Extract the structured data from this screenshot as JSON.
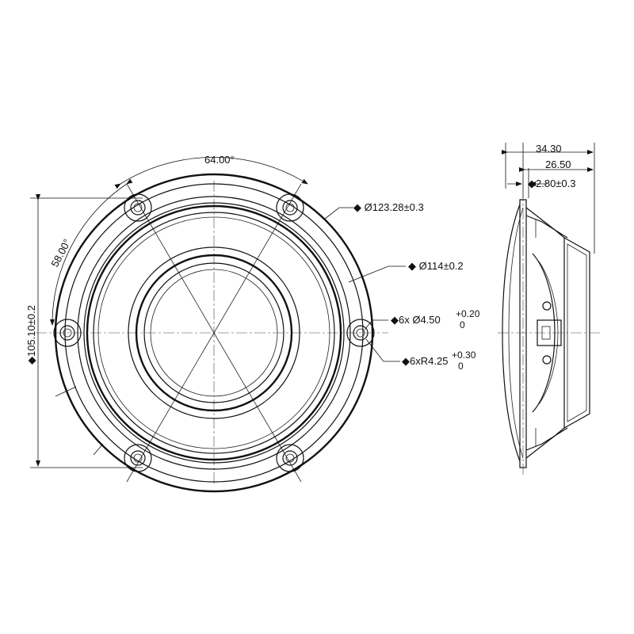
{
  "front_view": {
    "angle_top": "64.00°",
    "angle_left": "58.00°",
    "height_dim": "◆105.10±0.2",
    "callouts": {
      "outer_diameter": "◆ Ø123.28±0.3",
      "inner_diameter": "◆ Ø114±0.2",
      "hole_count_diameter": "◆6x Ø4.50",
      "hole_tol_upper": "+0.20",
      "hole_tol_lower": "0",
      "radius": "◆6xR4.25",
      "radius_tol_upper": "+0.30",
      "radius_tol_lower": "0"
    }
  },
  "side_view": {
    "total_depth": "34.30",
    "body_depth": "26.50",
    "flange_thickness": "◆2.80±0.3"
  }
}
